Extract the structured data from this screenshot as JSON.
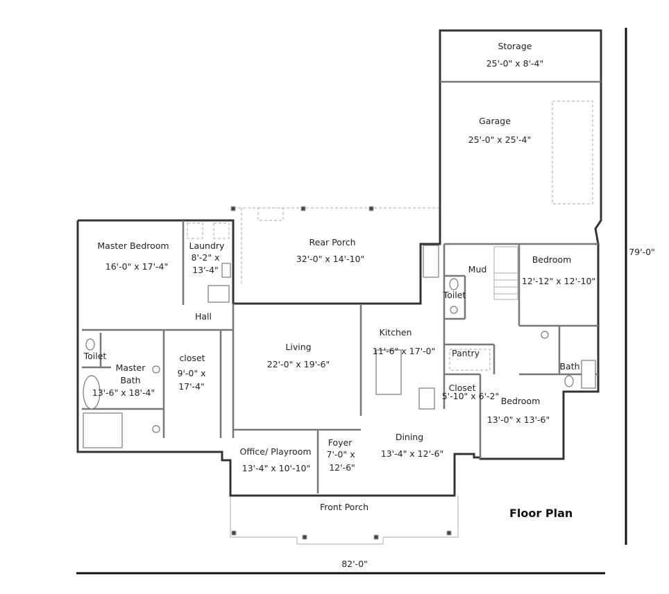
{
  "title": "Floor Plan",
  "dimensions": {
    "width": "82'-0\"",
    "depth": "79'-0\""
  },
  "rooms": {
    "storage": {
      "name": "Storage",
      "size": "25'-0\" x 8'-4\""
    },
    "garage": {
      "name": "Garage",
      "size": "25'-0\" x 25'-4\""
    },
    "rear_porch": {
      "name": "Rear Porch",
      "size": "32'-0\" x 14'-10\""
    },
    "master_bedroom": {
      "name": "Master Bedroom",
      "size": "16'-0\" x 17'-4\""
    },
    "laundry": {
      "name": "Laundry",
      "size_line1": "8'-2\" x",
      "size_line2": "13'-4\""
    },
    "hall": {
      "name": "Hall"
    },
    "master_toilet": {
      "name": "Toilet"
    },
    "master_bath": {
      "name_line1": "Master",
      "name_line2": "Bath",
      "size": "13'-6\" x 18'-4\""
    },
    "closet": {
      "name": "closet",
      "size_line1": "9'-0\" x",
      "size_line2": "17'-4\""
    },
    "living": {
      "name": "Living",
      "size": "22'-0\" x 19'-6\""
    },
    "kitchen": {
      "name": "Kitchen",
      "size": "11'-6\" x 17'-0\""
    },
    "pantry": {
      "name": "Pantry"
    },
    "mud": {
      "name": "Mud"
    },
    "toilet": {
      "name": "Toilet"
    },
    "bedroom_2": {
      "name": "Bedroom",
      "size": "12'-12\" x 12'-10\""
    },
    "bath": {
      "name": "Bath"
    },
    "closet_2": {
      "name": "Closet",
      "size": "5'-10\" x 6'-2\""
    },
    "bedroom_3": {
      "name": "Bedroom",
      "size": "13'-0\" x 13'-6\""
    },
    "dining": {
      "name": "Dining",
      "size": "13'-4\" x 12'-6\""
    },
    "foyer": {
      "name": "Foyer",
      "size_line1": "7'-0\" x",
      "size_line2": "12'-6\""
    },
    "office": {
      "name": "Office/ Playroom",
      "size": "13'-4\" x 10'-10\""
    },
    "front_porch": {
      "name": "Front Porch"
    }
  }
}
